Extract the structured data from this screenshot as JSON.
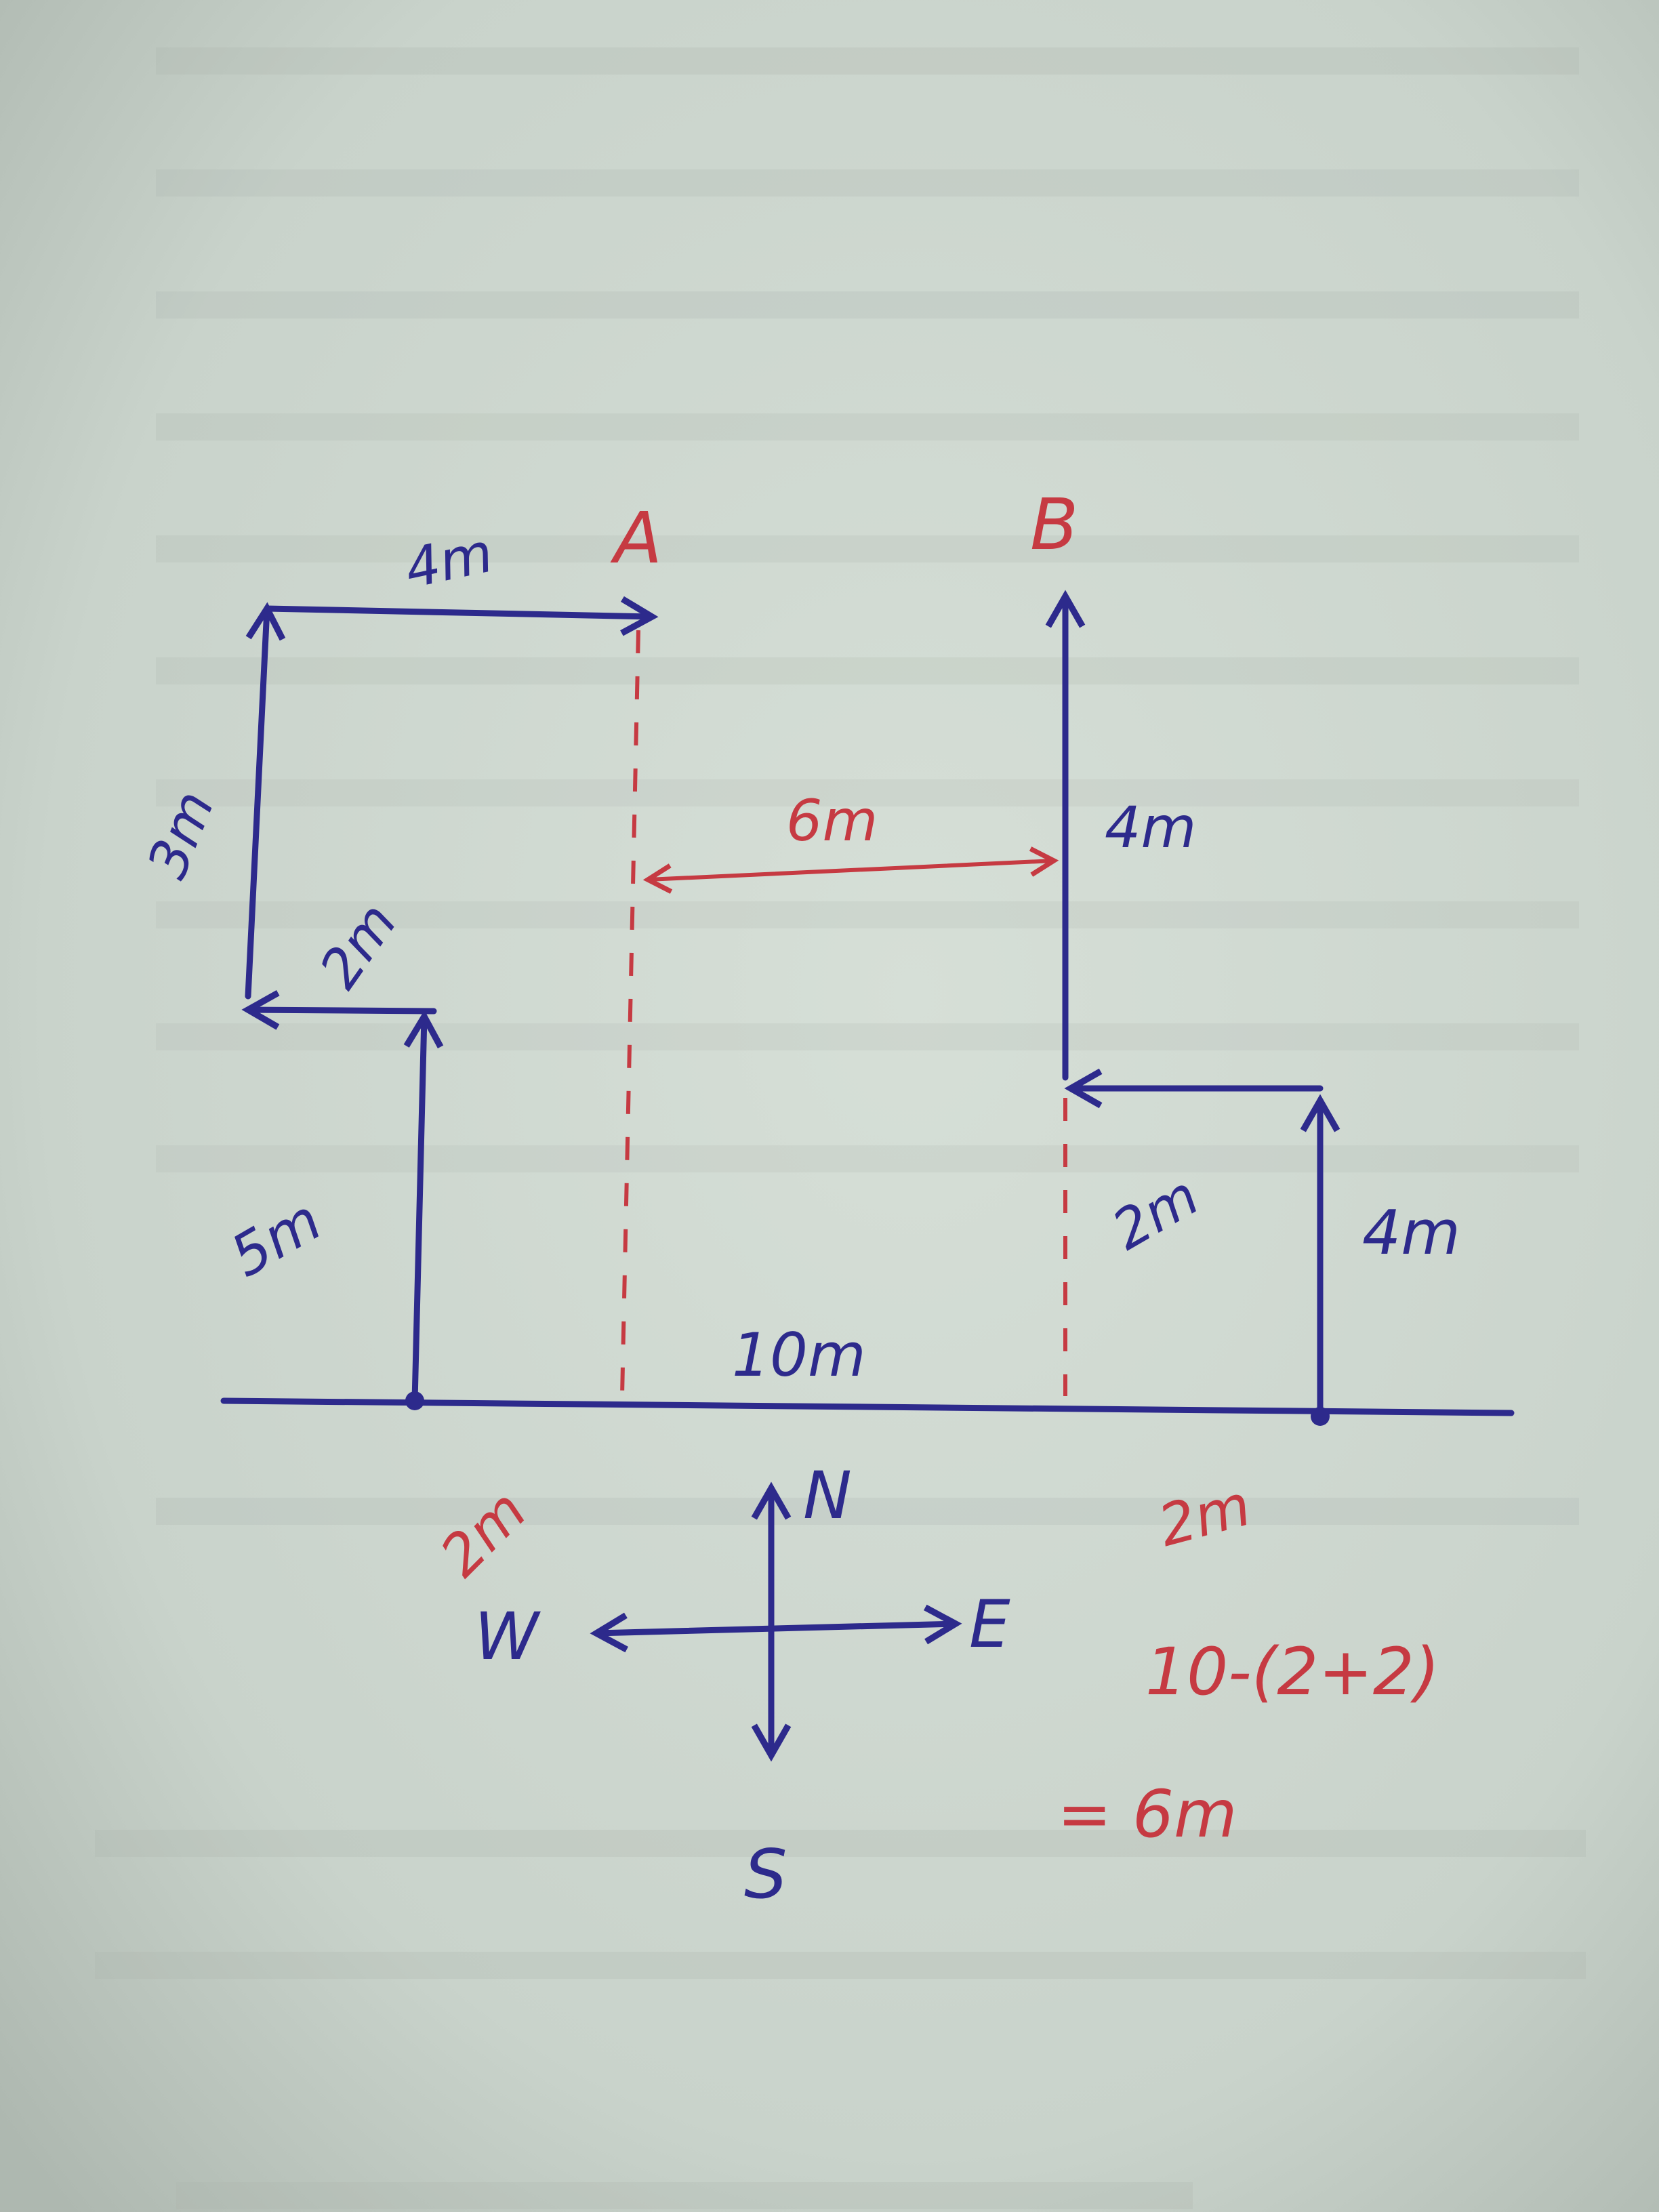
{
  "labels": {
    "point_a": "A",
    "point_b": "B",
    "top_4m": "4m",
    "left_3m": "3m",
    "left_2m": "2m",
    "left_5m": "5m",
    "gap_6m": "6m",
    "right_4m_upper": "4m",
    "right_2m": "2m",
    "right_4m_lower": "4m",
    "base_10m": "10m",
    "base_left_2m": "2m",
    "base_right_2m": "2m"
  },
  "compass": {
    "north": "N",
    "south": "S",
    "east": "E",
    "west": "W"
  },
  "calculation": {
    "line1": "10-(2+2)",
    "line2": "= 6m"
  },
  "colors": {
    "ink_blue": "#2d2a8c",
    "ink_red": "#c63a42",
    "paper": "#cfd8d0"
  }
}
